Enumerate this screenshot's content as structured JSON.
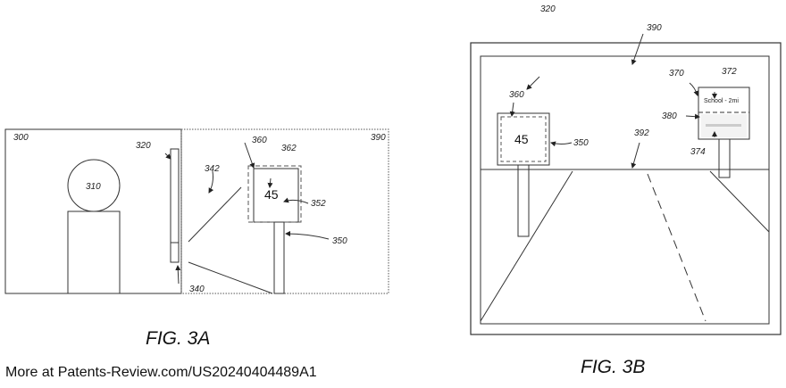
{
  "fig_a": {
    "caption": "FIG. 3A",
    "labels": {
      "l300": "300",
      "l310": "310",
      "l320": "320",
      "l340": "340",
      "l342": "342",
      "l350": "350",
      "l352": "352",
      "l360": "360",
      "l362": "362",
      "l390": "390"
    },
    "sign_value": "45"
  },
  "fig_b": {
    "caption": "FIG. 3B",
    "labels": {
      "l320": "320",
      "l390": "390",
      "l360": "360",
      "l350": "350",
      "l370": "370",
      "l372": "372",
      "l380": "380",
      "l374": "374",
      "l392": "392"
    },
    "sign_value": "45",
    "school_sign_text": "School - 2mi"
  },
  "footer": "More at Patents-Review.com/US20240404489A1"
}
